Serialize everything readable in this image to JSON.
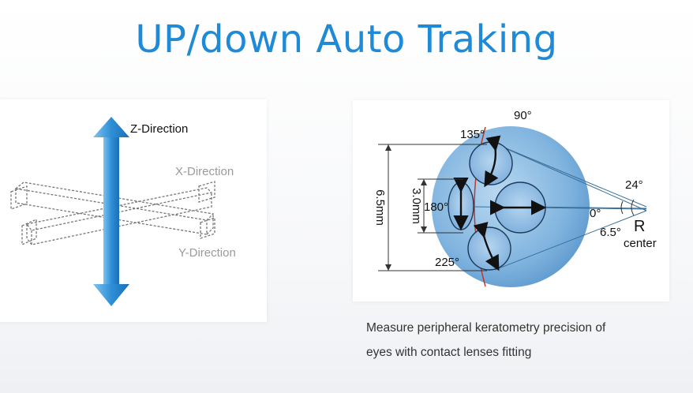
{
  "title": "UP/down Auto Traking",
  "axes_diagram": {
    "z_label": "Z-Direction",
    "x_label": "X-Direction",
    "y_label": "Y-Direction"
  },
  "cornea_diagram": {
    "angle_90": "90°",
    "angle_135": "135°",
    "angle_180": "180°",
    "angle_225": "225°",
    "angle_24": "24°",
    "angle_0": "0°",
    "angle_6_5": "6.5°",
    "r_label": "R",
    "center_label": "center",
    "dim_outer": "6.5mm",
    "dim_inner": "3.0mm"
  },
  "caption": {
    "line1": "Measure peripheral keratometry precision of",
    "line2": "eyes with contact lenses fitting"
  },
  "colors": {
    "title": "#1f8ad6",
    "arrow_blue": "#2e8fd6",
    "sphere": "#7ab0dc",
    "meridian": "#c0392b"
  }
}
